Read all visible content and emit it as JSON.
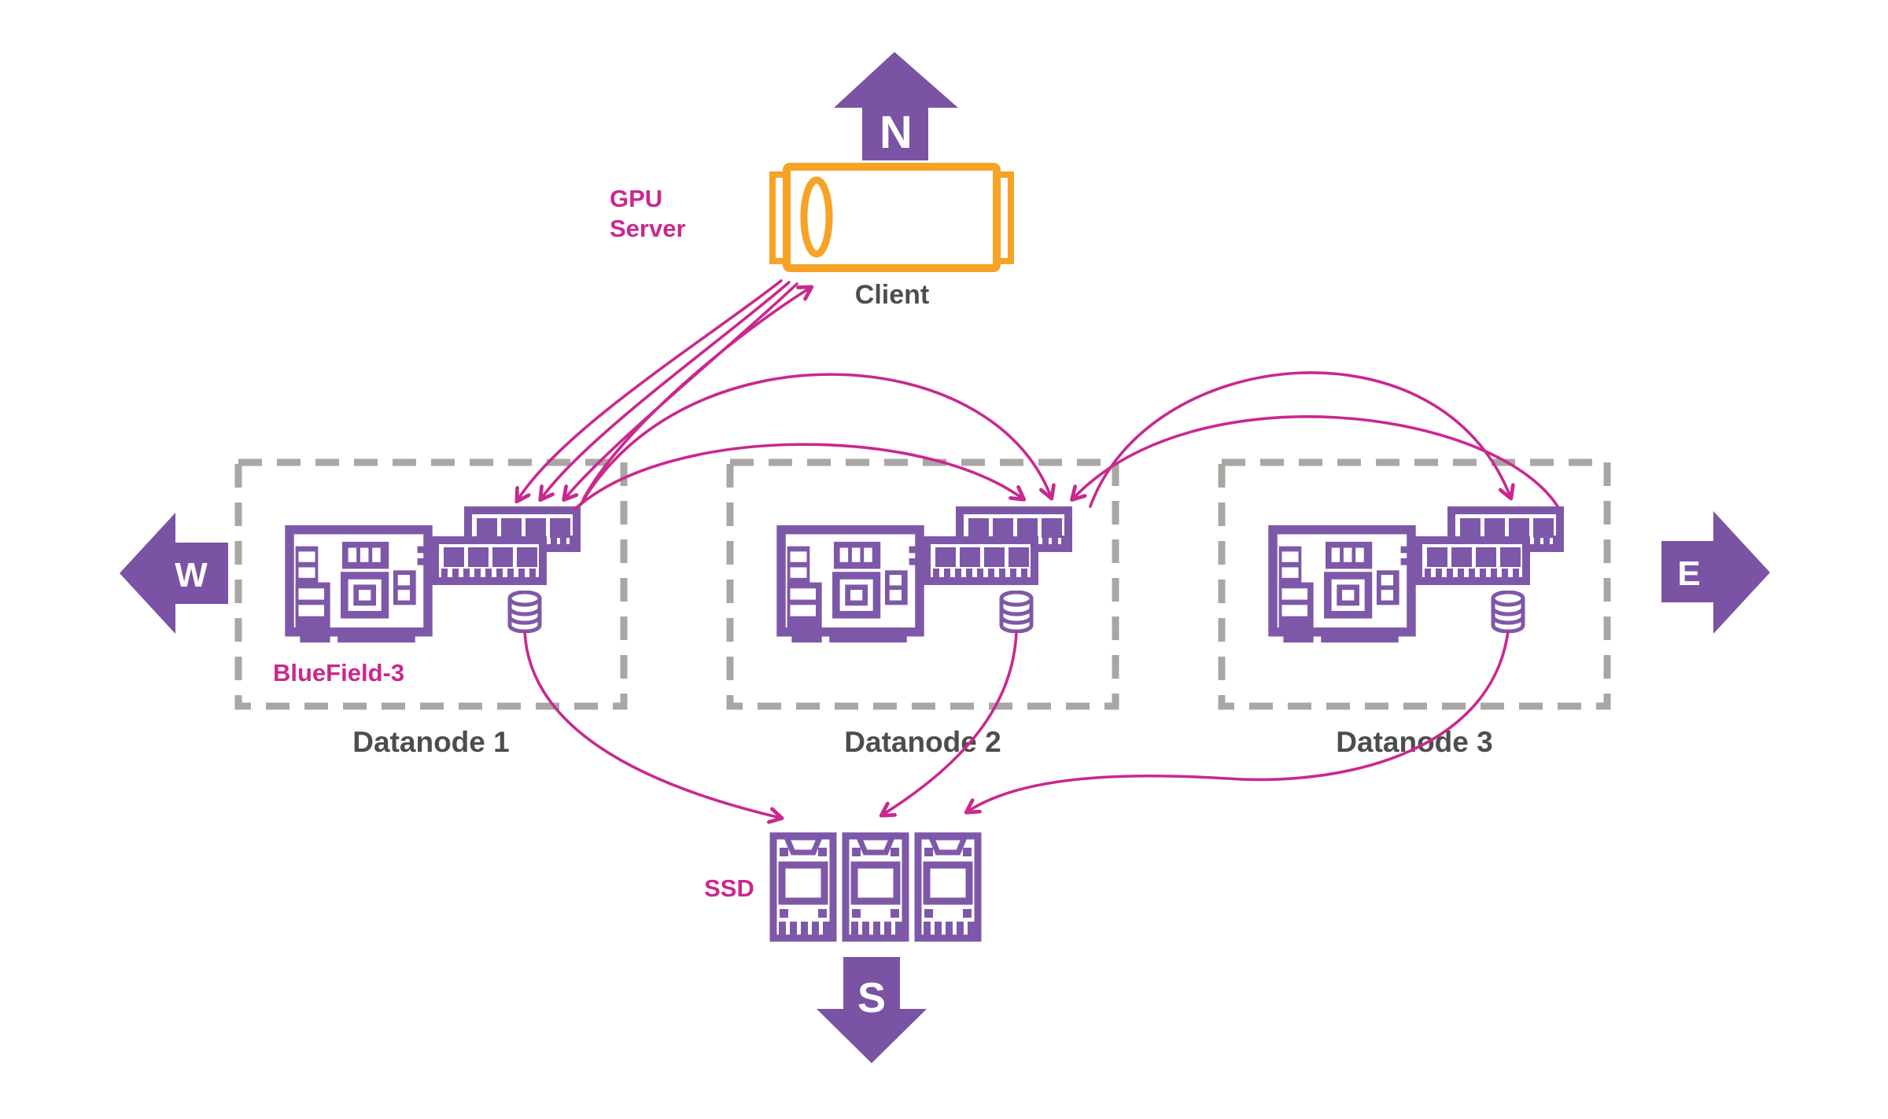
{
  "compass": {
    "north": "N",
    "south": "S",
    "west": "W",
    "east": "E"
  },
  "client": {
    "label": "Client",
    "server_label": "GPU Server",
    "server_label_line1": "GPU",
    "server_label_line2": "Server"
  },
  "datanodes": [
    {
      "label": "Datanode 1",
      "dpu_label": "BlueField-3"
    },
    {
      "label": "Datanode 2"
    },
    {
      "label": "Datanode 3"
    }
  ],
  "storage": {
    "label": "SSD",
    "ssd_count": 3
  },
  "icons": [
    "north-arrow-icon",
    "south-arrow-icon",
    "west-arrow-icon",
    "east-arrow-icon",
    "gpu-server-icon",
    "bluefield-card-icon",
    "dimm-stack-icon",
    "database-icon",
    "ssd-icon",
    "flow-arrow-icon"
  ],
  "colors": {
    "icon_purple": "#7e58a8",
    "compass_purple": "#7a53a4",
    "flow_magenta": "#c9288f",
    "client_orange": "#f6a326",
    "label_gray": "#4d4d4f",
    "dash_gray": "#a8a7a3",
    "background": "#ffffff"
  }
}
